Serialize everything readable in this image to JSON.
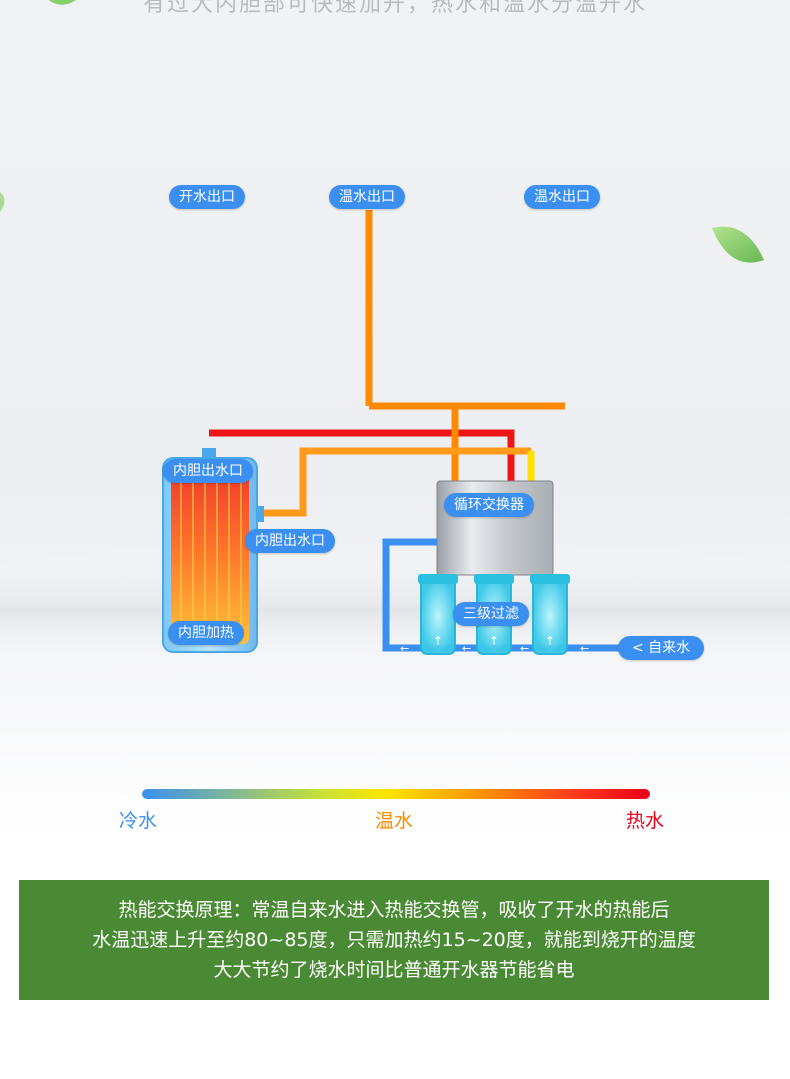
{
  "header": {
    "partial_text": "有过大内胆部可快速加开，热水和温水分温开水"
  },
  "diagram": {
    "outlets": [
      {
        "label": "开水出口"
      },
      {
        "label": "温水出口"
      },
      {
        "label": "温水出口"
      }
    ],
    "tank_outlet_top": "内胆出水口",
    "tank_outlet_side": "内胆出水口",
    "tank_heating": "内胆加热",
    "exchanger": "循环交换器",
    "filter": "三级过滤",
    "inlet": "< 自来水"
  },
  "legend": {
    "cold": "冷水",
    "warm": "温水",
    "hot": "热水",
    "colors": {
      "cold": "#3b8ff0",
      "warm": "#ff8a00",
      "hot": "#e8001a"
    }
  },
  "info": {
    "lines": [
      "热能交换原理：常温自来水进入热能交换管，吸收了开水的热能后",
      "水温迅速上升至约80~85度，只需加热约15~20度，就能到烧开的温度",
      "大大节约了烧水时间比普通开水器节能省电"
    ],
    "background": "#4a8a34"
  }
}
